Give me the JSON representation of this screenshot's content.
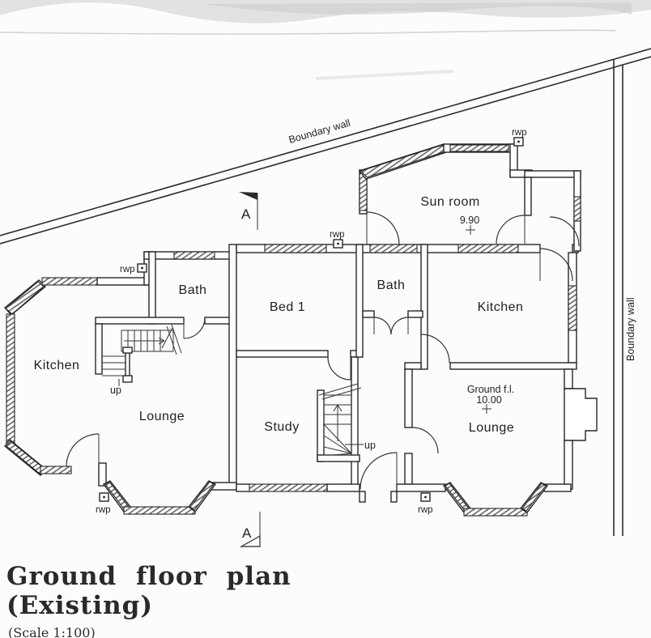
{
  "drawing": {
    "title_line1": "Ground floor plan",
    "title_line2": "(Existing)",
    "scale_note": "(Scale 1:100)"
  },
  "boundary": {
    "top_label": "Boundary wall",
    "right_label": "Boundary wall"
  },
  "rooms": {
    "kitchen_left": "Kitchen",
    "bath_left": "Bath",
    "lounge_left": "Lounge",
    "bed1": "Bed 1",
    "bath_center": "Bath",
    "study": "Study",
    "kitchen_right": "Kitchen",
    "lounge_right": "Lounge",
    "sun_room": "Sun room"
  },
  "levels": {
    "sun_room_value": "9.90",
    "ground_floor_label": "Ground f.l.",
    "ground_floor_value": "10.00"
  },
  "stairs": {
    "up_label_left": "up",
    "up_label_centre": "up"
  },
  "annotations": {
    "rwp": "rwp"
  },
  "section_markers": {
    "top": "A",
    "bottom": "A"
  },
  "colors": {
    "line": "#2c2c2c",
    "paper": "#fcfcfb"
  }
}
